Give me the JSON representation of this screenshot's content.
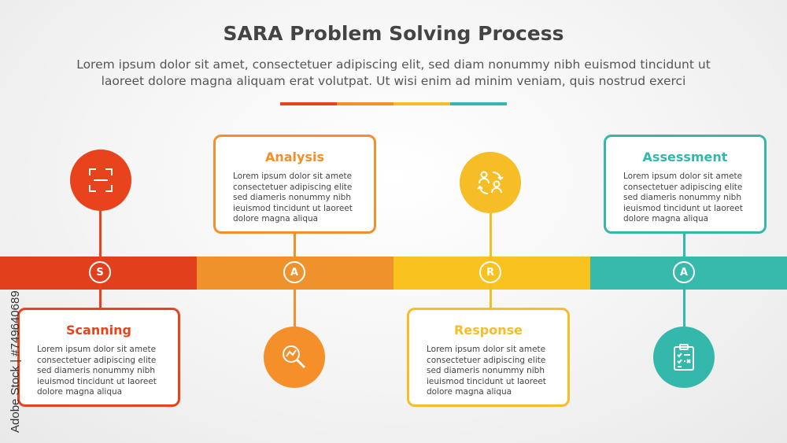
{
  "title": "SARA Problem Solving Process",
  "subtitle_lines": [
    "Lorem ipsum dolor sit amet, consectetuer adipiscing elit, sed diam nonummy nibh euismod tincidunt ut",
    "laoreet dolore magna aliquam erat volutpat. Ut wisi enim ad minim veniam, quis nostrud exerci"
  ],
  "colors": {
    "scanning": "#e8431c",
    "analysis": "#f58f2a",
    "response": "#f6bd27",
    "assessment": "#33b8ab",
    "band_s": "#e23f1c",
    "band_a": "#f0922b",
    "band_r": "#f8c21f",
    "band_a2": "#37b9ab"
  },
  "steps": [
    {
      "letter": "S",
      "title": "Scanning",
      "text_lines": [
        "Lorem ipsum dolor sit amete",
        "consectetuer adipiscing elite",
        "sed diameris nonummy nibh",
        "ieuismod tincidunt ut laoreet",
        "dolore magna aliqua"
      ],
      "icon": "scan-icon"
    },
    {
      "letter": "A",
      "title": "Analysis",
      "text_lines": [
        "Lorem ipsum dolor sit amete",
        "consectetuer adipiscing elite",
        "sed diameris nonummy nibh",
        "ieuismod tincidunt ut laoreet",
        "dolore magna aliqua"
      ],
      "icon": "analysis-magnifier-icon"
    },
    {
      "letter": "R",
      "title": "Response",
      "text_lines": [
        "Lorem ipsum dolor sit amete",
        "consectetuer adipiscing elite",
        "sed diameris nonummy nibh",
        "ieuismod tincidunt ut laoreet",
        "dolore magna aliqua"
      ],
      "icon": "people-exchange-icon"
    },
    {
      "letter": "A",
      "title": "Assessment",
      "text_lines": [
        "Lorem ipsum dolor sit amete",
        "consectetuer adipiscing elite",
        "sed diameris nonummy nibh",
        "ieuismod tincidunt ut laoreet",
        "dolore magna aliqua"
      ],
      "icon": "clipboard-checklist-icon"
    }
  ],
  "watermark": "Adobe Stock | #749640689"
}
